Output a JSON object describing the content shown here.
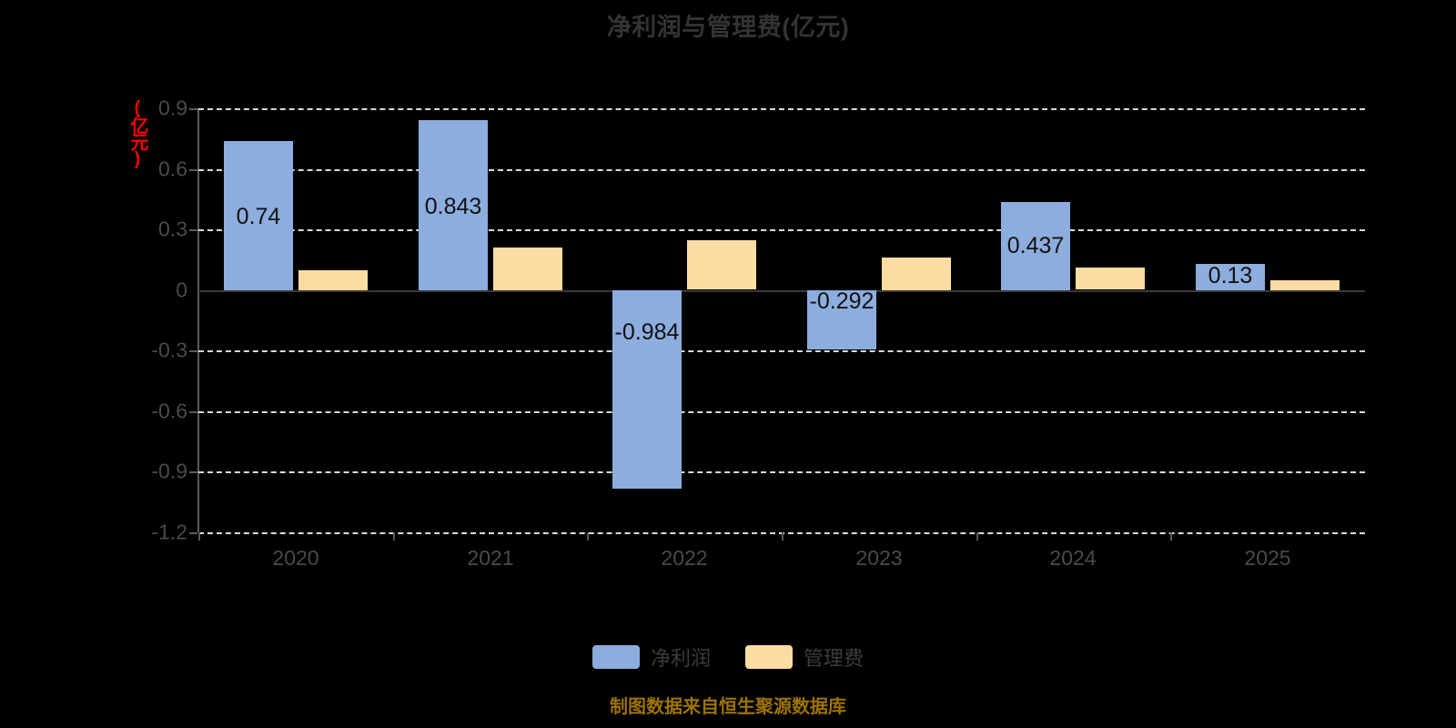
{
  "chart_data": {
    "type": "bar",
    "title": "净利润与管理费(亿元)",
    "xlabel": "",
    "ylabel": "(亿元)",
    "categories": [
      "2020",
      "2021",
      "2022",
      "2023",
      "2024",
      "2025"
    ],
    "series": [
      {
        "name": "净利润",
        "color": "#8cadde",
        "values": [
          0.74,
          0.843,
          -0.984,
          -0.292,
          0.437,
          0.13
        ],
        "labels": [
          "0.74",
          "0.843",
          "-0.984",
          "-0.292",
          "0.437",
          "0.13"
        ]
      },
      {
        "name": "管理费",
        "color": "#fcdca2",
        "values": [
          0.1,
          0.21,
          0.245,
          0.16,
          0.11,
          0.05
        ],
        "labels": [
          "",
          "",
          "",
          "",
          "",
          ""
        ]
      }
    ],
    "yticks": [
      "0.9",
      "0.6",
      "0.3",
      "0",
      "-0.3",
      "-0.6",
      "-0.9",
      "-1.2"
    ],
    "ytick_values": [
      0.9,
      0.6,
      0.3,
      0,
      -0.3,
      -0.6,
      -0.9,
      -1.2
    ],
    "ylim": [
      -1.2,
      0.9
    ],
    "grid": true,
    "legend_position": "bottom"
  },
  "axis_unit_label": "(亿元)",
  "legend": {
    "items": [
      {
        "label": "净利润",
        "color": "#8cadde"
      },
      {
        "label": "管理费",
        "color": "#fcdca2"
      }
    ]
  },
  "footer": {
    "note": "制图数据来自恒生聚源数据库"
  },
  "colors": {
    "background": "#000000",
    "title": "#333333",
    "grid": "#d9d9d9",
    "axis": "#5a5a5a",
    "unit_label": "#ff0000",
    "footer": "#9d7200",
    "net_profit": "#8cadde",
    "admin_expense": "#fcdca2"
  }
}
